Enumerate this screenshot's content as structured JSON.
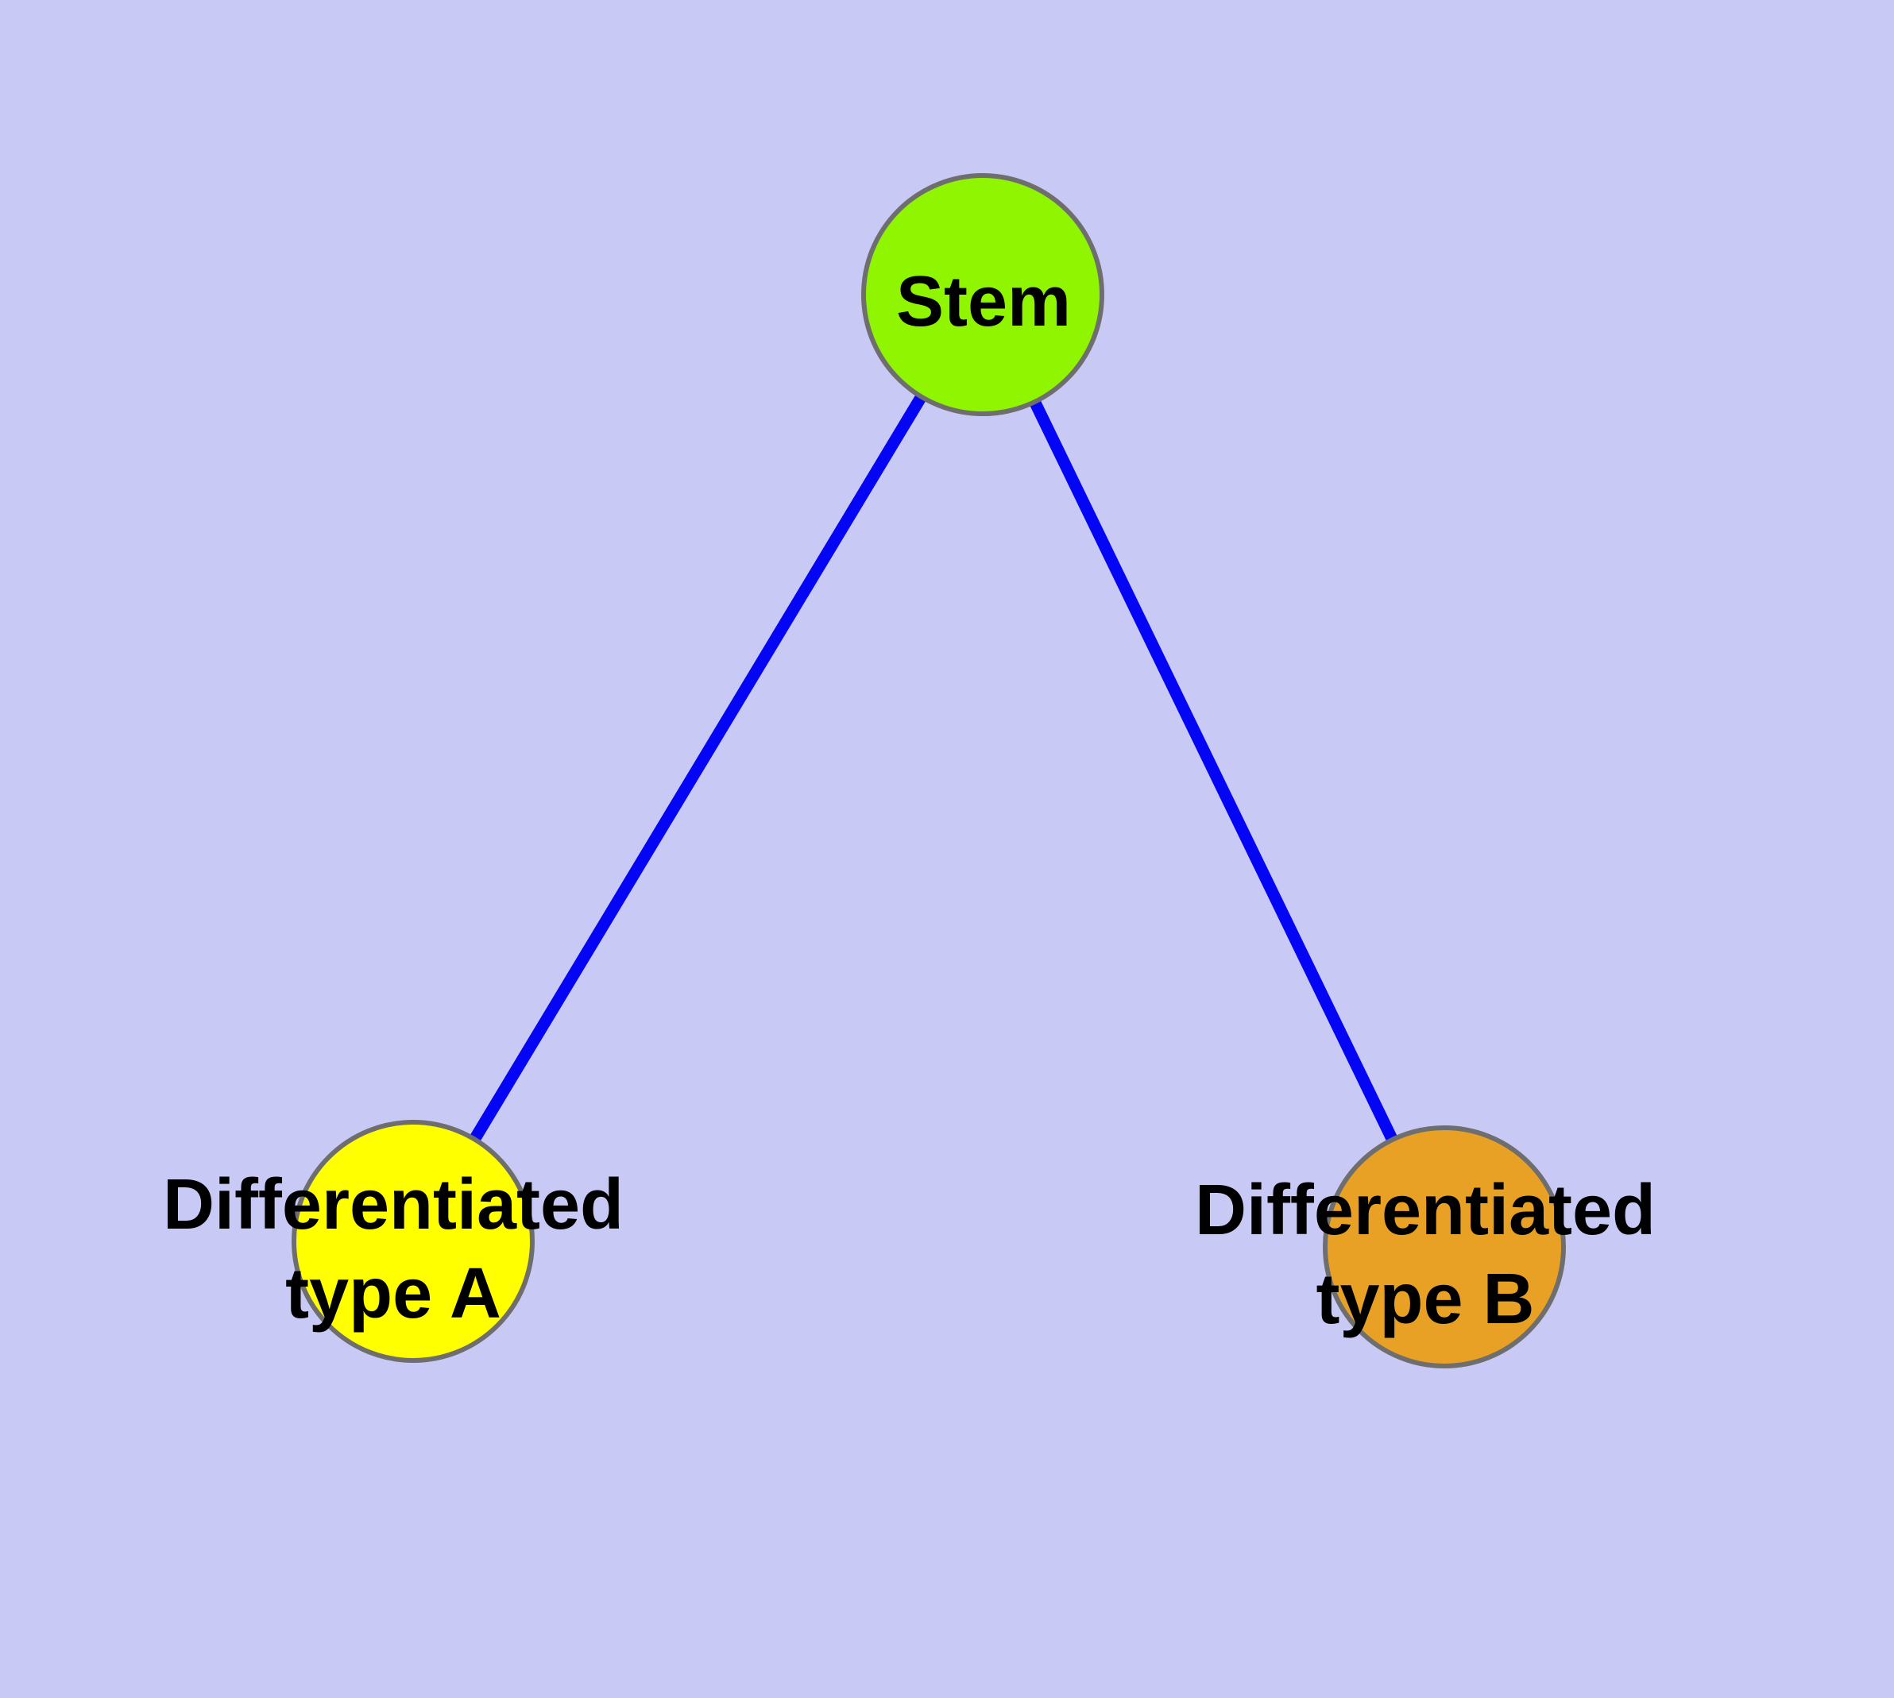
{
  "canvas": {
    "background": "#C9C9F6"
  },
  "diagram": {
    "description": "Cell differentiation graph: a Stem node connected to two differentiated cell-type nodes",
    "text_color": "#000000",
    "nodes": {
      "stem": {
        "label": "Stem",
        "fill": "#8FF500",
        "border": "#6E6E6E"
      },
      "type_a": {
        "label_line1": "Differentiated",
        "label_line2": "type A",
        "fill": "#FFFF00",
        "border": "#6E6E6E"
      },
      "type_b": {
        "label_line1": "Differentiated",
        "label_line2": "type B",
        "fill": "#E8A125",
        "border": "#6E6E6E"
      }
    },
    "edges": {
      "color": "#0505F5",
      "list": [
        {
          "from": "stem",
          "to": "type_a"
        },
        {
          "from": "stem",
          "to": "type_b"
        }
      ]
    }
  }
}
